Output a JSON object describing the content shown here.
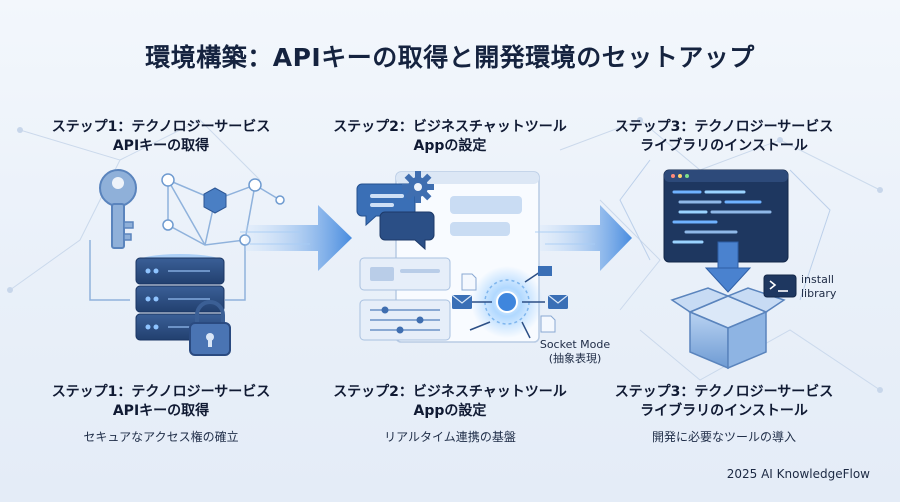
{
  "title": "環境構築：APIキーの取得と開発環境のセットアップ",
  "steps": [
    {
      "head_line1": "ステップ1：テクノロジーサービス",
      "head_line2": "APIキーの取得",
      "foot_line1": "ステップ1：テクノロジーサービス",
      "foot_line2": "APIキーの取得",
      "description": "セキュアなアクセス権の確立",
      "icons": [
        "key-icon",
        "server-stack-icon",
        "padlock-icon",
        "network-node-icon"
      ]
    },
    {
      "head_line1": "ステップ2：ビジネスチャットツール",
      "head_line2": "Appの設定",
      "foot_line1": "ステップ2：ビジネスチャットツール",
      "foot_line2": "Appの設定",
      "description": "リアルタイム連携の基盤",
      "icons": [
        "chat-bubbles-icon",
        "gear-icon",
        "app-window-icon",
        "envelope-icon",
        "socket-hub-icon"
      ]
    },
    {
      "head_line1": "ステップ3：テクノロジーサービス",
      "head_line2": "ライブラリのインストール",
      "foot_line1": "ステップ3：テクノロジーサービス",
      "foot_line2": "ライブラリのインストール",
      "description": "開発に必要なツールの導入",
      "icons": [
        "code-editor-icon",
        "download-arrow-icon",
        "open-box-icon",
        "terminal-icon"
      ]
    }
  ],
  "socket_label": {
    "line1": "Socket Mode",
    "line2": "(抽象表現)"
  },
  "install_label": {
    "line1": "install",
    "line2": "library"
  },
  "footer": "2025 AI KnowledgeFlow",
  "colors": {
    "accent": "#3f7fd0",
    "dark_navy": "#223a66",
    "glow": "#6fb2ff",
    "background": "#eef3fa"
  }
}
